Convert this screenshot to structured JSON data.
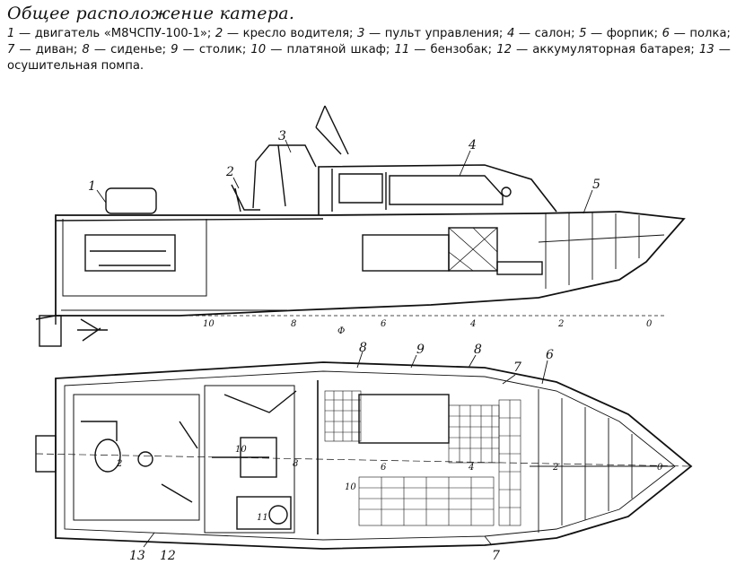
{
  "title": "Общее расположение катера.",
  "legend": [
    {
      "n": "1",
      "text": "двигатель «М8ЧСПУ-100-1»;"
    },
    {
      "n": "2",
      "text": "кресло водителя;"
    },
    {
      "n": "3",
      "text": "пульт управления;"
    },
    {
      "n": "4",
      "text": "салон;"
    },
    {
      "n": "5",
      "text": "форпик;"
    },
    {
      "n": "6",
      "text": "полка;"
    },
    {
      "n": "7",
      "text": "диван;"
    },
    {
      "n": "8",
      "text": "сиденье;"
    },
    {
      "n": "9",
      "text": "столик;"
    },
    {
      "n": "10",
      "text": "платяной шкаф;"
    },
    {
      "n": "11",
      "text": "бензобак;"
    },
    {
      "n": "12",
      "text": "аккумуляторная батарея;"
    },
    {
      "n": "13",
      "text": "осушительная помпа."
    }
  ],
  "side_view": {
    "callouts": [
      "1",
      "2",
      "3",
      "4",
      "5"
    ],
    "scale_marks": [
      "10",
      "8",
      "6",
      "4",
      "2",
      "0"
    ],
    "midship": "Ф"
  },
  "plan_view": {
    "callouts_top": [
      "8",
      "9",
      "8",
      "7",
      "6"
    ],
    "callouts_bottom": [
      "13",
      "12",
      "7"
    ],
    "inner_labels": [
      "2",
      "10",
      "8",
      "6",
      "4",
      "10",
      "11",
      "2",
      "0"
    ]
  }
}
